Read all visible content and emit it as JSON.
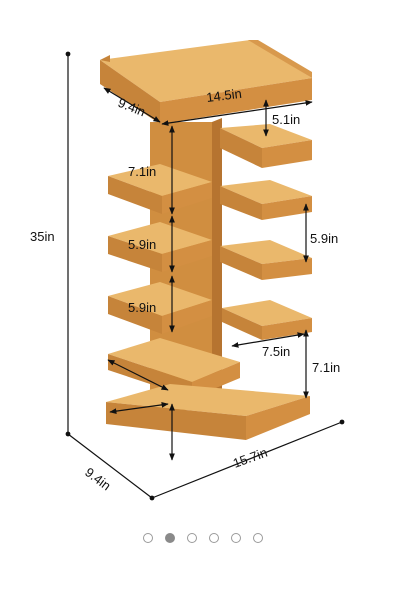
{
  "product": {
    "dimensions": {
      "top_depth": "9.4in",
      "top_width": "14.5in",
      "top_gap": "5.1in",
      "left_gap_1": "7.1in",
      "left_gap_2": "5.9in",
      "left_gap_3": "5.9in",
      "right_gap_mid": "5.9in",
      "right_gap_low": "7.1in",
      "shelf_width": "7.5in",
      "total_height": "35in",
      "base_depth": "9.4in",
      "base_width": "15.7in"
    }
  },
  "carousel": {
    "count": 6,
    "active_index": 1
  },
  "colors": {
    "wood_top": "#e8b56b",
    "wood_front": "#cf8d3e",
    "wood_side": "#b97730",
    "dimension_line": "#111111"
  }
}
